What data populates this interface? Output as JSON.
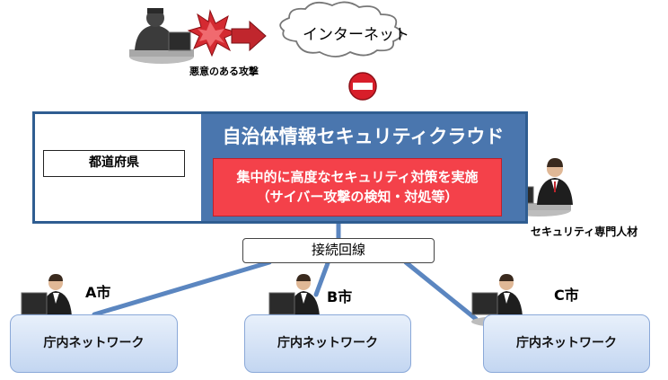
{
  "top": {
    "internet_label": "インターネット",
    "attack_label": "悪意のある攻撃"
  },
  "prefecture_label": "都道府県",
  "cloud": {
    "title": "自治体情報セキュリティクラウド",
    "measures_line1": "集中的に高度なセキュリティ対策を実施",
    "measures_line2": "（サイバー攻撃の検知・対処等）"
  },
  "specialist_label": "セキュリティ専門人材",
  "connection_label": "接続回線",
  "cities": [
    {
      "name": "A市",
      "network": "庁内ネットワーク"
    },
    {
      "name": "B市",
      "network": "庁内ネットワーク"
    },
    {
      "name": "C市",
      "network": "庁内ネットワーク"
    }
  ],
  "colors": {
    "cloud_panel": "#4a76ae",
    "outer_border": "#2f5d91",
    "measures_box": "#f4414a",
    "attack_arrow": "#c0262d",
    "connection_line": "#5b86c0",
    "network_box": "#c3d6f1"
  }
}
